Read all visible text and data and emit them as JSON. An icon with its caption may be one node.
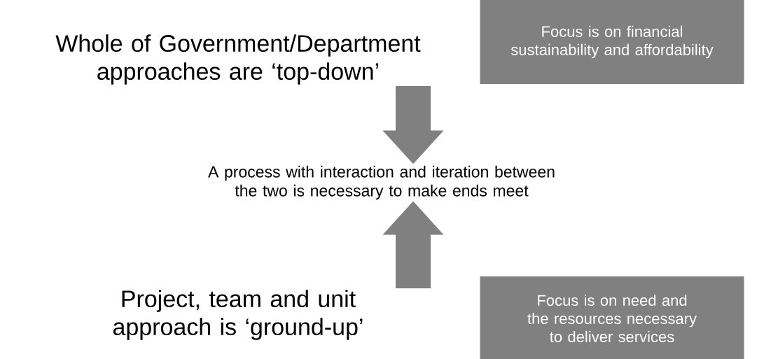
{
  "diagram": {
    "nodes": [
      {
        "text": [
          "Whole of Government/Department approaches are ‘top-down’"
        ]
      },
      {
        "text": [
          "Focus is on financial sustainability and affordability"
        ]
      },
      {
        "text": [
          "A process with interaction and iteration between the two is necessary to make ends meet"
        ]
      },
      {
        "text": [
          "Project, team and unit approach is ‘ground-up’"
        ]
      },
      {
        "text": [
          "Focus is on need and the resources necessary to deliver services"
        ]
      }
    ],
    "edges": [
      {
        "from": 0,
        "to": 2,
        "arrow": "to"
      },
      {
        "from": 3,
        "to": 2,
        "arrow": "to"
      }
    ]
  }
}
